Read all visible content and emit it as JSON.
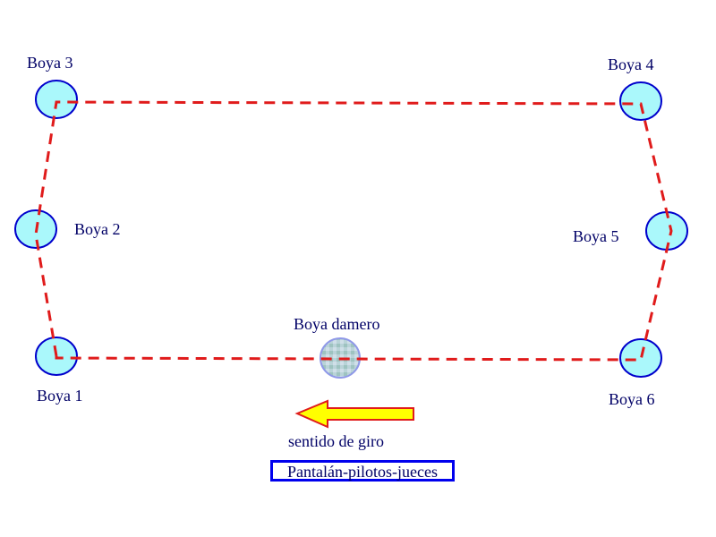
{
  "buoys": {
    "b1": "Boya 1",
    "b2": "Boya 2",
    "b3": "Boya 3",
    "b4": "Boya 4",
    "b5": "Boya 5",
    "b6": "Boya 6",
    "checkered": "Boya damero"
  },
  "direction_label": "sentido de giro",
  "dock_label": "Pantalán-pilotos-jueces",
  "colors": {
    "buoy_fill": "#aaf8fb",
    "buoy_stroke": "#0000cc",
    "course": "#e01b1b",
    "arrow_fill": "#ffff00",
    "arrow_stroke": "#e01b1b",
    "text": "#000066"
  }
}
